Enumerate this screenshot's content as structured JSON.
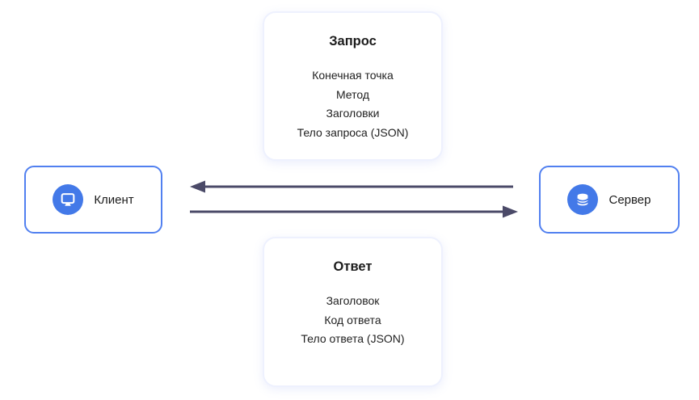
{
  "request_card": {
    "title": "Запрос",
    "items": [
      "Конечная точка",
      "Метод",
      "Заголовки",
      "Тело запроса (JSON)"
    ]
  },
  "response_card": {
    "title": "Ответ",
    "items": [
      "Заголовок",
      "Код ответа",
      "Тело ответа (JSON)"
    ]
  },
  "client_node": {
    "label": "Клиент",
    "icon": "monitor-icon"
  },
  "server_node": {
    "label": "Сервер",
    "icon": "database-icon"
  },
  "arrows": {
    "top": {
      "direction": "left"
    },
    "bottom": {
      "direction": "right"
    }
  },
  "colors": {
    "node_border": "#5180f0",
    "icon_circle": "#4379e8",
    "arrow": "#4b4a68",
    "card_border": "#eef1fe",
    "text": "#1c1c1c"
  }
}
